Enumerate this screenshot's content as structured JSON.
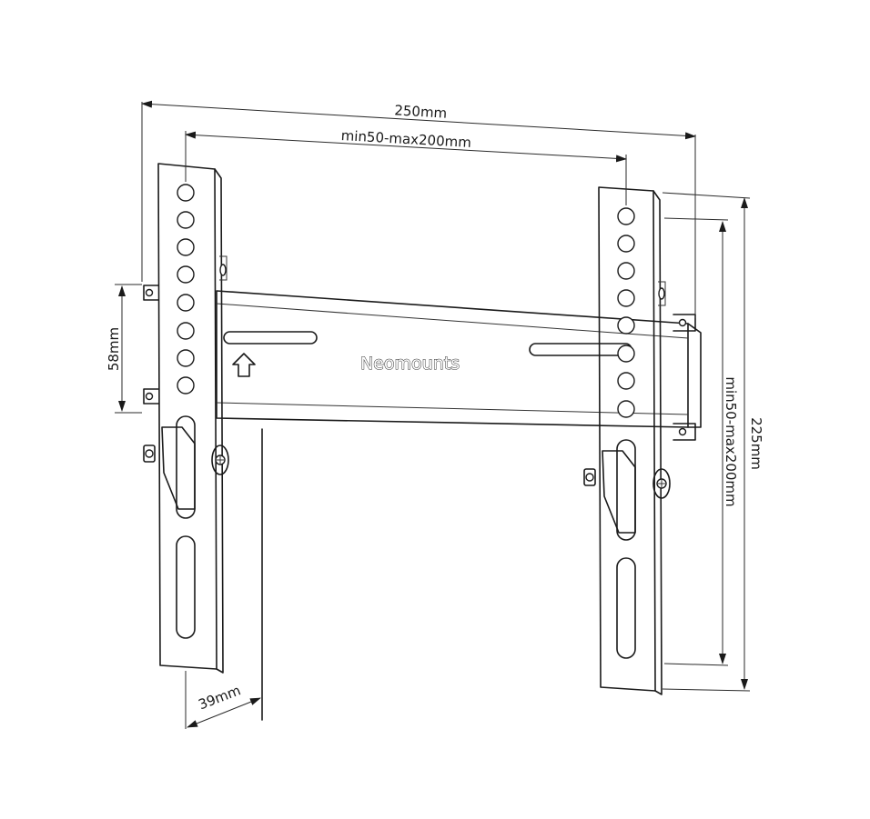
{
  "brand": {
    "logo_text": "Neomounts"
  },
  "dimensions": {
    "overall_width": "250mm",
    "hole_spacing_horizontal": "min50-max200mm",
    "rail_height": "58mm",
    "overall_height": "225mm",
    "hole_spacing_vertical": "min50-max200mm",
    "wall_distance": "39mm"
  },
  "colors": {
    "line": "#1a1a1a",
    "background": "#ffffff"
  },
  "icons": {
    "up_arrow": "up-arrow-icon"
  }
}
